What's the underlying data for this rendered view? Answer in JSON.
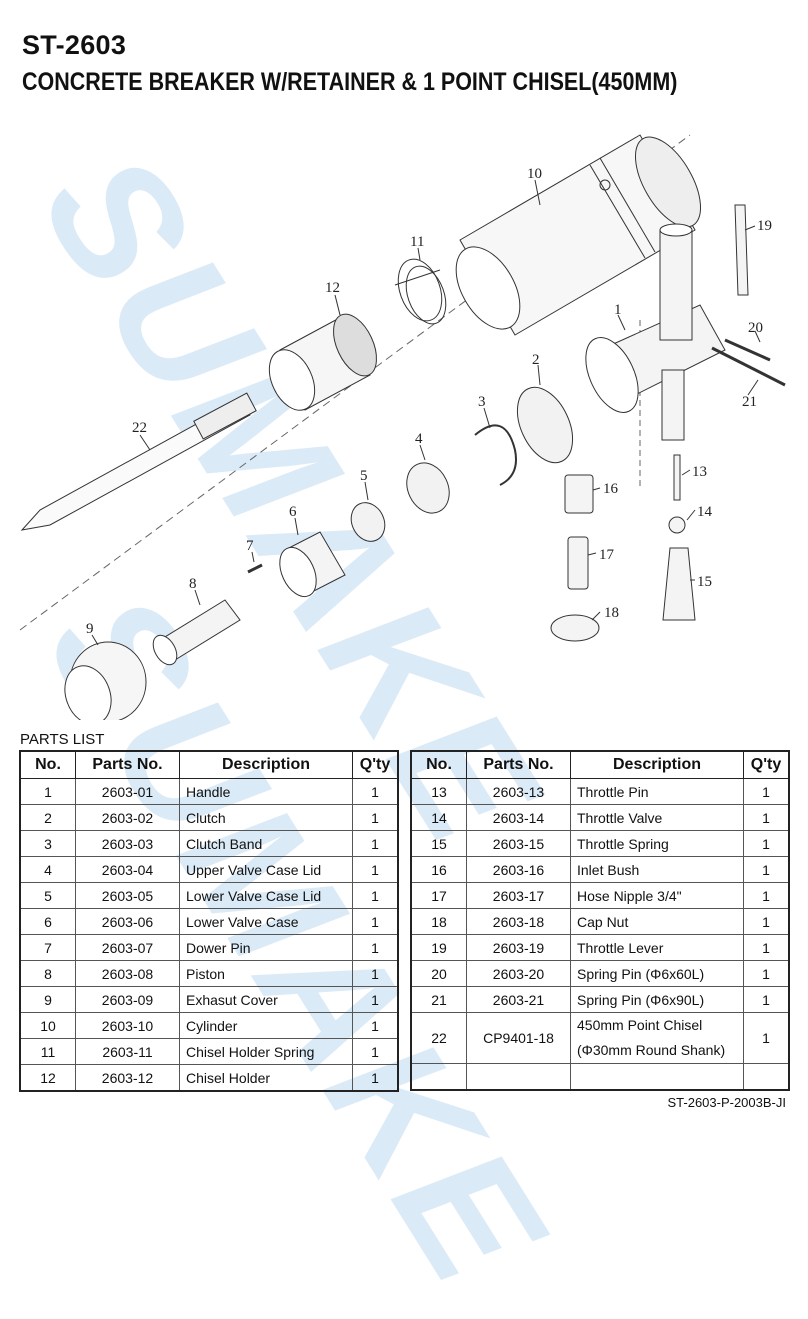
{
  "title": {
    "model": "ST-2603",
    "description": "CONCRETE BREAKER W/RETAINER & 1 POINT CHISEL(450MM)"
  },
  "watermark": "SUMAKE",
  "diagram": {
    "callouts": [
      "1",
      "2",
      "3",
      "4",
      "5",
      "6",
      "7",
      "8",
      "9",
      "10",
      "11",
      "12",
      "13",
      "14",
      "15",
      "16",
      "17",
      "18",
      "19",
      "20",
      "21",
      "22"
    ]
  },
  "parts_list": {
    "label": "PARTS LIST",
    "headers": {
      "no": "No.",
      "parts_no": "Parts No.",
      "description": "Description",
      "qty": "Q'ty"
    },
    "left_rows": [
      {
        "no": "1",
        "parts_no": "2603-01",
        "description": "Handle",
        "qty": "1"
      },
      {
        "no": "2",
        "parts_no": "2603-02",
        "description": "Clutch",
        "qty": "1"
      },
      {
        "no": "3",
        "parts_no": "2603-03",
        "description": "Clutch Band",
        "qty": "1"
      },
      {
        "no": "4",
        "parts_no": "2603-04",
        "description": "Upper Valve Case Lid",
        "qty": "1"
      },
      {
        "no": "5",
        "parts_no": "2603-05",
        "description": "Lower Valve Case Lid",
        "qty": "1"
      },
      {
        "no": "6",
        "parts_no": "2603-06",
        "description": "Lower Valve Case",
        "qty": "1"
      },
      {
        "no": "7",
        "parts_no": "2603-07",
        "description": "Dower Pin",
        "qty": "1"
      },
      {
        "no": "8",
        "parts_no": "2603-08",
        "description": "Piston",
        "qty": "1"
      },
      {
        "no": "9",
        "parts_no": "2603-09",
        "description": "Exhasut Cover",
        "qty": "1"
      },
      {
        "no": "10",
        "parts_no": "2603-10",
        "description": "Cylinder",
        "qty": "1"
      },
      {
        "no": "11",
        "parts_no": "2603-11",
        "description": "Chisel Holder Spring",
        "qty": "1"
      },
      {
        "no": "12",
        "parts_no": "2603-12",
        "description": "Chisel Holder",
        "qty": "1"
      }
    ],
    "right_rows": [
      {
        "no": "13",
        "parts_no": "2603-13",
        "description": "Throttle Pin",
        "qty": "1"
      },
      {
        "no": "14",
        "parts_no": "2603-14",
        "description": "Throttle Valve",
        "qty": "1"
      },
      {
        "no": "15",
        "parts_no": "2603-15",
        "description": "Throttle Spring",
        "qty": "1"
      },
      {
        "no": "16",
        "parts_no": "2603-16",
        "description": "Inlet Bush",
        "qty": "1"
      },
      {
        "no": "17",
        "parts_no": "2603-17",
        "description": "Hose Nipple 3/4\"",
        "qty": "1"
      },
      {
        "no": "18",
        "parts_no": "2603-18",
        "description": "Cap Nut",
        "qty": "1"
      },
      {
        "no": "19",
        "parts_no": "2603-19",
        "description": "Throttle Lever",
        "qty": "1"
      },
      {
        "no": "20",
        "parts_no": "2603-20",
        "description": "Spring Pin (Φ6x60L)",
        "qty": "1"
      },
      {
        "no": "21",
        "parts_no": "2603-21",
        "description": "Spring Pin (Φ6x90L)",
        "qty": "1"
      },
      {
        "no": "22",
        "parts_no": "CP9401-18",
        "description_line1": "450mm Point Chisel",
        "description_line2": "(Φ30mm Round Shank)",
        "qty": "1"
      }
    ]
  },
  "footer_code": "ST-2603-P-2003B-JI"
}
